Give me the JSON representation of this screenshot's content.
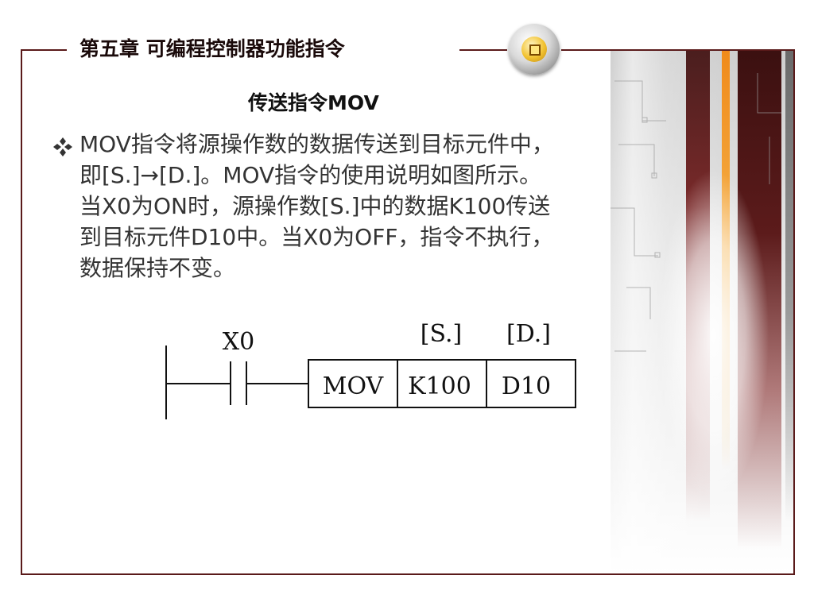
{
  "header": {
    "chapter_title": "第五章  可编程控制器功能指令"
  },
  "section": {
    "title": "传送指令MOV"
  },
  "body": {
    "bullet_icon": "diamond-bullet-icon",
    "lines": [
      " MOV指令将源操作数的数据传送到目标元件中，",
      "即[S.]→[D.]。MOV指令的使用说明如图所示。",
      "当X0为ON时，源操作数[S.]中的数据K100传送",
      "到目标元件D10中。当X0为OFF，指令不执行，",
      "数据保持不变。"
    ]
  },
  "ladder_diagram": {
    "contact_label": "X0",
    "operand_labels": [
      "[S.]",
      "[D.]"
    ],
    "cells": [
      "MOV",
      "K100",
      "D10"
    ]
  },
  "colors": {
    "frame": "#5a1a1a",
    "text": "#333333",
    "title": "#1a0a0a"
  }
}
